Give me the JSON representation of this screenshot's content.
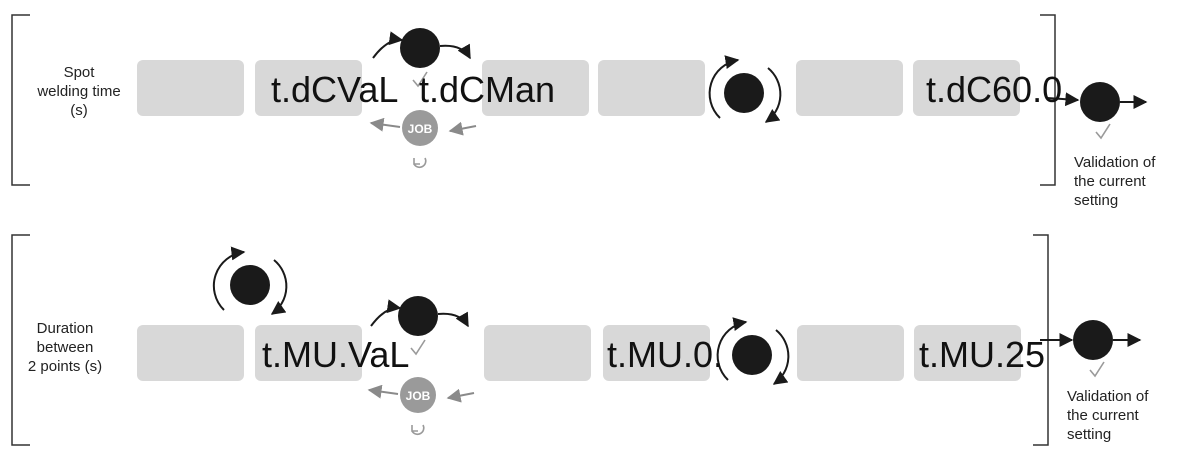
{
  "rows": [
    {
      "label_lines": [
        "Spot",
        "welding time",
        "(s)"
      ],
      "display_texts": [
        "t.dCVaL",
        "t.dCMan",
        "t.dC60.0"
      ],
      "validation_lines": [
        "Validation of",
        "the current",
        "setting"
      ],
      "job_label": "JOB"
    },
    {
      "label_lines": [
        "Duration",
        "between",
        "2 points (s)"
      ],
      "display_texts": [
        "t.MU.VaL",
        "t.MU.0.",
        "t.MU.25"
      ],
      "validation_lines": [
        "Validation of",
        "the current",
        "setting"
      ],
      "job_label": "JOB"
    }
  ],
  "colors": {
    "display_box": "#d8d8d8",
    "knob": "#1a1a1a",
    "job_button": "#9a9a9a",
    "bracket": "#333333",
    "arrow_grey": "#8a8a8a",
    "check": "#9a9a9a"
  },
  "icons": [
    "rotary-knob-icon",
    "job-button-icon",
    "rotate-arrows-icon",
    "check-icon",
    "return-icon"
  ]
}
